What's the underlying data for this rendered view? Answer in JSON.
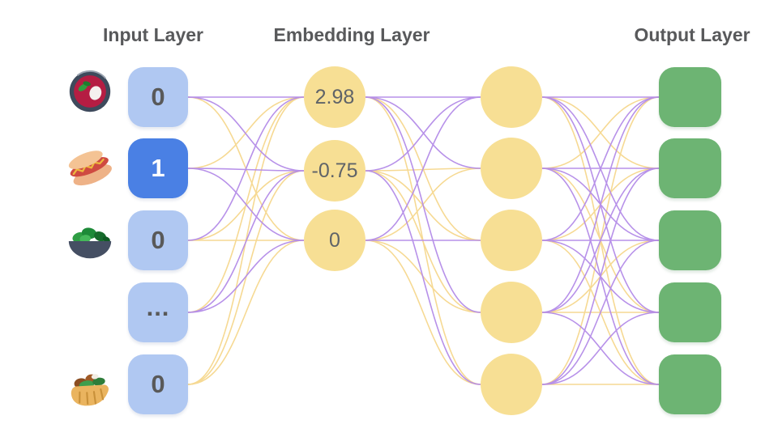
{
  "titles": {
    "input": "Input Layer",
    "embedding": "Embedding Layer",
    "output": "Output Layer"
  },
  "input_layer": {
    "items": [
      {
        "icon": "soup-icon",
        "value": "0",
        "active": false
      },
      {
        "icon": "hotdog-icon",
        "value": "1",
        "active": true
      },
      {
        "icon": "salad-icon",
        "value": "0",
        "active": false
      },
      {
        "icon": null,
        "value": "...",
        "active": false
      },
      {
        "icon": "pita-icon",
        "value": "0",
        "active": false
      }
    ]
  },
  "embedding_layer": {
    "values": [
      "2.98",
      "-0.75",
      "0"
    ]
  },
  "hidden_layer": {
    "count": 5
  },
  "output_layer": {
    "count": 5
  },
  "colors": {
    "node_blue_light": "#b0c8f2",
    "node_blue_active": "#4a80e4",
    "node_yellow": "#f7df94",
    "node_green": "#6db473",
    "line_purple": "#b48ce8",
    "line_yellow": "#f6d88e",
    "title_text": "#58595b",
    "node_text": "#595959",
    "active_node_text": "#ffffff"
  },
  "edges": {
    "input_to_embedding": [
      [
        0,
        0,
        "p"
      ],
      [
        0,
        1,
        "p"
      ],
      [
        0,
        2,
        "y"
      ],
      [
        1,
        0,
        "y"
      ],
      [
        1,
        1,
        "p"
      ],
      [
        1,
        2,
        "p"
      ],
      [
        2,
        0,
        "p"
      ],
      [
        2,
        1,
        "y"
      ],
      [
        2,
        2,
        "y"
      ],
      [
        3,
        0,
        "y"
      ],
      [
        3,
        1,
        "p"
      ],
      [
        3,
        2,
        "p"
      ],
      [
        4,
        0,
        "y"
      ],
      [
        4,
        1,
        "y"
      ],
      [
        4,
        2,
        "y"
      ]
    ],
    "embedding_to_hidden": [
      [
        0,
        0,
        "p"
      ],
      [
        0,
        1,
        "p"
      ],
      [
        0,
        2,
        "y"
      ],
      [
        0,
        3,
        "p"
      ],
      [
        0,
        4,
        "y"
      ],
      [
        1,
        0,
        "p"
      ],
      [
        1,
        1,
        "y"
      ],
      [
        1,
        2,
        "y"
      ],
      [
        1,
        3,
        "y"
      ],
      [
        1,
        4,
        "p"
      ],
      [
        2,
        0,
        "p"
      ],
      [
        2,
        1,
        "y"
      ],
      [
        2,
        2,
        "p"
      ],
      [
        2,
        3,
        "y"
      ],
      [
        2,
        4,
        "y"
      ]
    ],
    "hidden_to_output": [
      [
        0,
        0,
        "p"
      ],
      [
        0,
        1,
        "y"
      ],
      [
        0,
        2,
        "p"
      ],
      [
        0,
        3,
        "p"
      ],
      [
        0,
        4,
        "y"
      ],
      [
        1,
        0,
        "y"
      ],
      [
        1,
        1,
        "p"
      ],
      [
        1,
        2,
        "p"
      ],
      [
        1,
        3,
        "y"
      ],
      [
        1,
        4,
        "p"
      ],
      [
        2,
        0,
        "p"
      ],
      [
        2,
        1,
        "y"
      ],
      [
        2,
        2,
        "p"
      ],
      [
        2,
        3,
        "p"
      ],
      [
        2,
        4,
        "y"
      ],
      [
        3,
        0,
        "p"
      ],
      [
        3,
        1,
        "p"
      ],
      [
        3,
        2,
        "y"
      ],
      [
        3,
        3,
        "y"
      ],
      [
        3,
        4,
        "p"
      ],
      [
        4,
        0,
        "y"
      ],
      [
        4,
        1,
        "p"
      ],
      [
        4,
        2,
        "p"
      ],
      [
        4,
        3,
        "p"
      ],
      [
        4,
        4,
        "y"
      ]
    ]
  }
}
